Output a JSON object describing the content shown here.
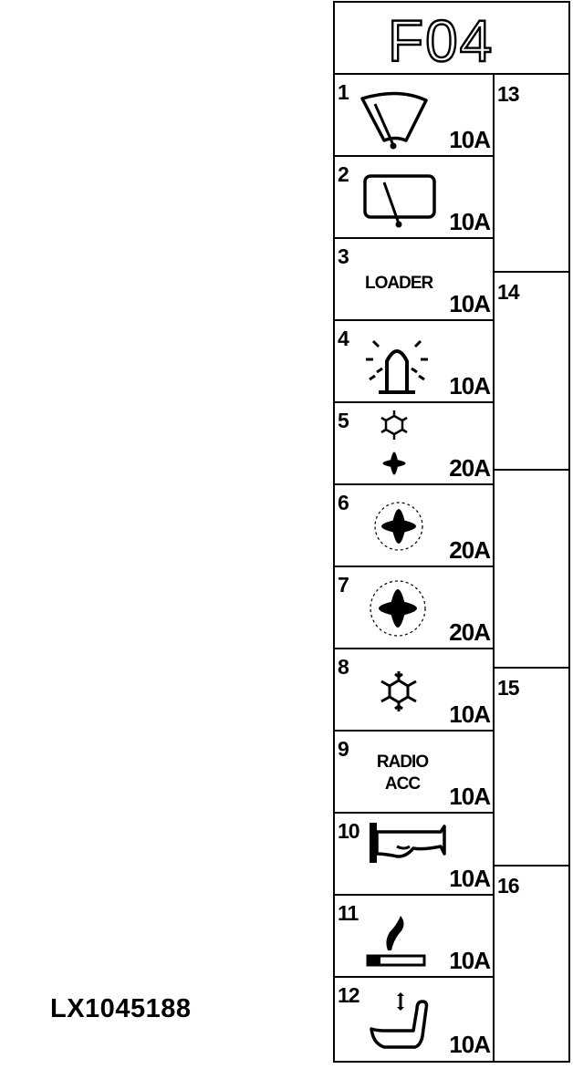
{
  "reference_code": "LX1045188",
  "panel": {
    "title": "F04"
  },
  "fuses": [
    {
      "number": "1",
      "icon": "windshield-wiper-front-icon",
      "rating": "10A"
    },
    {
      "number": "2",
      "icon": "windshield-wiper-rear-icon",
      "rating": "10A"
    },
    {
      "number": "3",
      "label": "LOADER",
      "rating": "10A"
    },
    {
      "number": "4",
      "icon": "beacon-light-icon",
      "rating": "10A"
    },
    {
      "number": "5",
      "icon": "ac-fan-combo-icon",
      "rating": "20A"
    },
    {
      "number": "6",
      "icon": "blower-fan-icon",
      "rating": "20A"
    },
    {
      "number": "7",
      "icon": "blower-fan-icon",
      "rating": "20A"
    },
    {
      "number": "8",
      "icon": "snowflake-icon",
      "rating": "10A"
    },
    {
      "number": "9",
      "label_lines": [
        "RADIO",
        "ACC"
      ],
      "rating": "10A"
    },
    {
      "number": "10",
      "icon": "horn-icon",
      "rating": "10A"
    },
    {
      "number": "11",
      "icon": "cigarette-lighter-icon",
      "rating": "10A"
    },
    {
      "number": "12",
      "icon": "seat-adjust-icon",
      "rating": "10A"
    }
  ],
  "relays": [
    {
      "number": "13"
    },
    {
      "number": ""
    },
    {
      "number": "14"
    },
    {
      "number": ""
    },
    {
      "number": "15"
    },
    {
      "number": "16"
    }
  ]
}
